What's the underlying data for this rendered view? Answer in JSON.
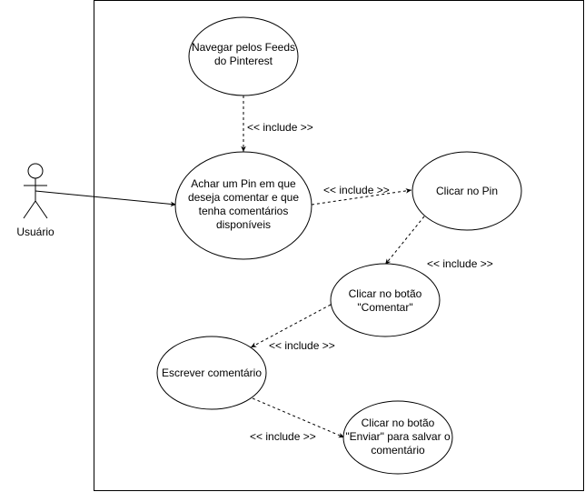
{
  "actor": {
    "label": "Usuário"
  },
  "use_cases": {
    "navegar": [
      "Navegar pelos Feeds",
      "do Pinterest"
    ],
    "achar_pin": [
      "Achar um Pin em que",
      "deseja comentar e que",
      "tenha comentários",
      "disponíveis"
    ],
    "clicar_pin": [
      "Clicar no Pin"
    ],
    "clicar_comentar": [
      "Clicar no botão",
      "\"Comentar\""
    ],
    "escrever": [
      "Escrever comentário"
    ],
    "clicar_enviar": [
      "Clicar no botão",
      "\"Enviar\" para salvar o",
      "comentário"
    ]
  },
  "relations": {
    "include_1": "<< include >>",
    "include_2": "<< include >>",
    "include_3": "<< include >>",
    "include_4": "<< include >>",
    "include_5": "<< include >>"
  },
  "colors": {
    "stroke": "#000000",
    "background": "#ffffff"
  }
}
